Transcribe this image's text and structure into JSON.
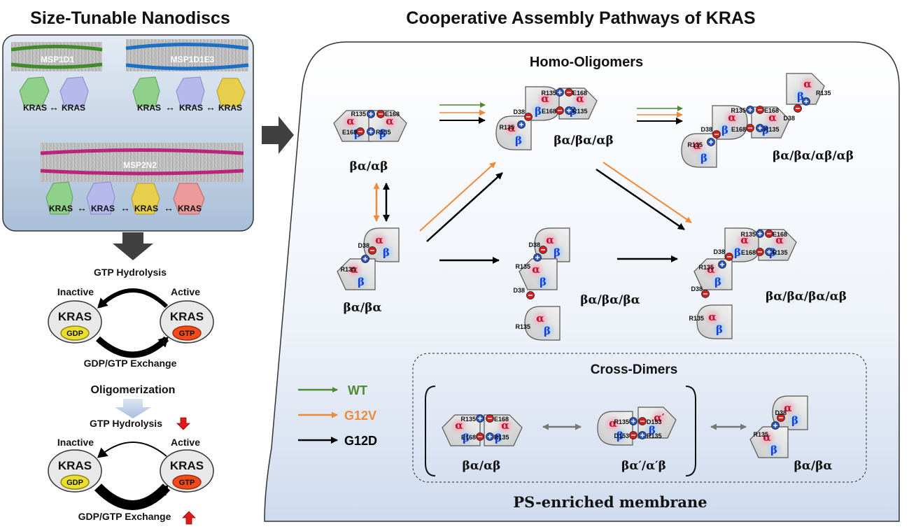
{
  "left_title": "Size-Tunable Nanodiscs",
  "main_title": "Cooperative Assembly Pathways of KRAS",
  "nanodiscs": {
    "msp1d1": "MSP1D1",
    "msp1d1e3": "MSP1D1E3",
    "msp2n2": "MSP2N2",
    "kras": "KRAS",
    "arrow_glyph": "↔"
  },
  "cycle_top": {
    "hydrolysis": "GTP Hydrolysis",
    "inactive": "Inactive",
    "active": "Active",
    "kras": "KRAS",
    "gdp": "GDP",
    "gtp": "GTP",
    "exchange": "GDP/GTP Exchange"
  },
  "oligomerization": "Oligomerization",
  "cycle_bottom": {
    "hydrolysis": "GTP Hydrolysis",
    "inactive": "Inactive",
    "active": "Active",
    "kras": "KRAS",
    "gdp": "GDP",
    "gtp": "GTP",
    "exchange": "GDP/GTP Exchange"
  },
  "homo_title": "Homo-Oligomers",
  "cross_title": "Cross-Dimers",
  "membrane_label": "PS-enriched membrane",
  "legend": [
    {
      "label": "WT",
      "color": "#4f8a32"
    },
    {
      "label": "G12V",
      "color": "#ee8a3a"
    },
    {
      "label": "G12D",
      "color": "#000000"
    }
  ],
  "colors": {
    "wt": "#4f8a32",
    "g12v": "#ee8a3a",
    "g12d": "#000000",
    "dark_arrow": "#404040"
  },
  "species": {
    "ba_ab": "βα/αβ",
    "ba_ba": "βα/βα",
    "ba_ba_ab": "βα/βα/αβ",
    "ba_ba_ba": "βα/βα/βα",
    "ba_ba_ab_ab": "βα/βα/αβ/αβ",
    "ba_ba_ba_ab": "βα/βα/βα/αβ",
    "cross_ba_ab": "βα/αβ",
    "cross_bprime": "βα′/α′β",
    "cross_ba_ba": "βα/βα"
  },
  "residues": {
    "r135": "R135",
    "e168": "E168",
    "d38": "D38",
    "d153": "D153",
    "alpha": "α",
    "beta": "β",
    "alpha_prime": "α′"
  }
}
